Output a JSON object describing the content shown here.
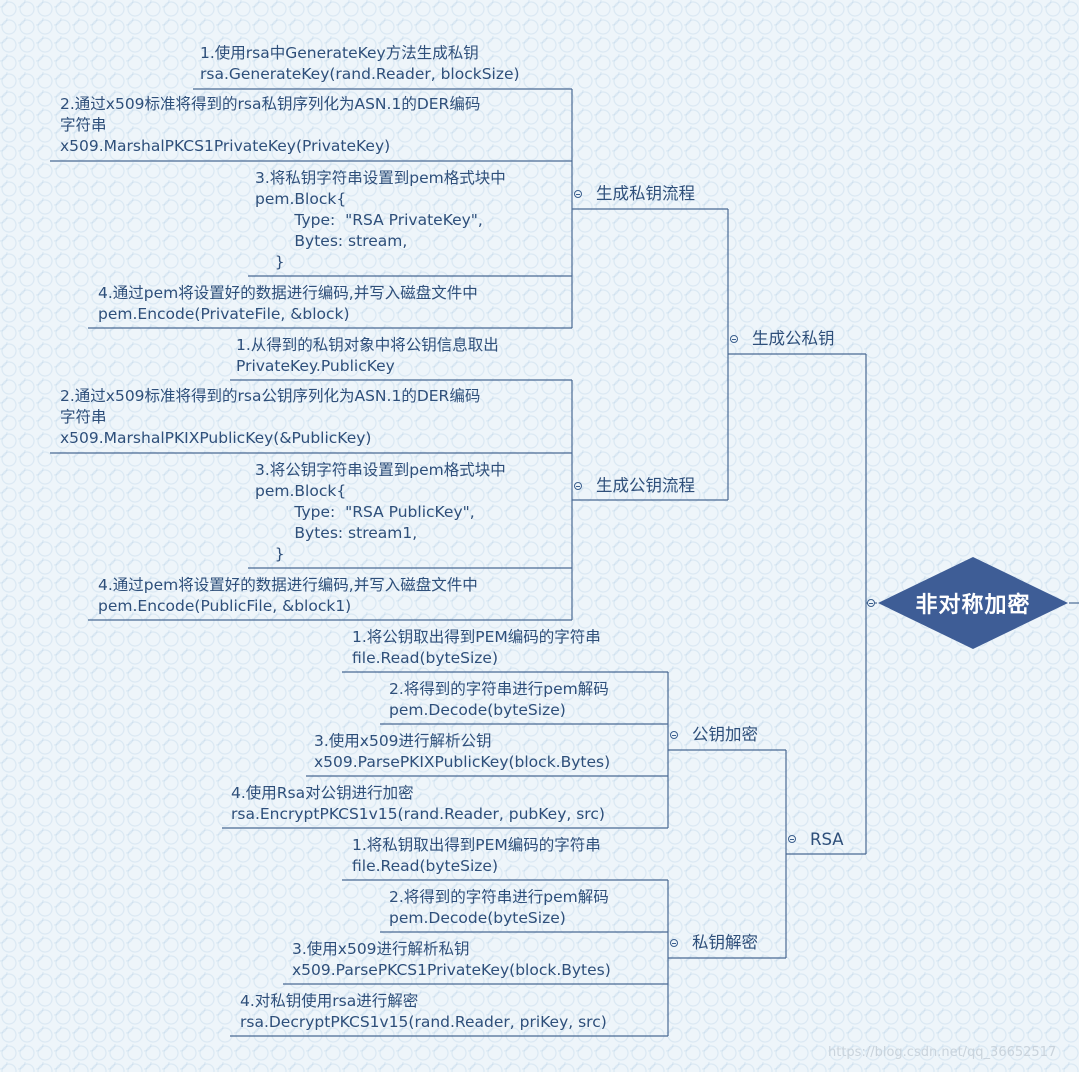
{
  "root": {
    "label": "非对称加密",
    "color": "#3e5d96"
  },
  "line_color": "#4a6a94",
  "text_color": "#2e4f7a",
  "branches": {
    "gen_keys": {
      "label": "生成公私钥"
    },
    "gen_private": {
      "label": "生成私钥流程",
      "steps": [
        "1.使用rsa中GenerateKey方法生成私钥\nrsa.GenerateKey(rand.Reader, blockSize)",
        "2.通过x509标准将得到的rsa私钥序列化为ASN.1的DER编码\n字符串\nx509.MarshalPKCS1PrivateKey(PrivateKey)",
        "3.将私钥字符串设置到pem格式块中\npem.Block{\n        Type:  \"RSA PrivateKey\",\n        Bytes: stream,\n    }",
        "4.通过pem将设置好的数据进行编码,并写入磁盘文件中\npem.Encode(PrivateFile, &block)"
      ]
    },
    "gen_public": {
      "label": "生成公钥流程",
      "steps": [
        "1.从得到的私钥对象中将公钥信息取出\nPrivateKey.PublicKey",
        "2.通过x509标准将得到的rsa公钥序列化为ASN.1的DER编码\n字符串\nx509.MarshalPKIXPublicKey(&PublicKey)",
        "3.将公钥字符串设置到pem格式块中\npem.Block{\n        Type:  \"RSA PublicKey\",\n        Bytes: stream1,\n    }",
        "4.通过pem将设置好的数据进行编码,并写入磁盘文件中\npem.Encode(PublicFile, &block1)"
      ]
    },
    "rsa": {
      "label": "RSA"
    },
    "pub_encrypt": {
      "label": "公钥加密",
      "steps": [
        "1.将公钥取出得到PEM编码的字符串\nfile.Read(byteSize)",
        "2.将得到的字符串进行pem解码\npem.Decode(byteSize)",
        "3.使用x509进行解析公钥\nx509.ParsePKIXPublicKey(block.Bytes)",
        "4.使用Rsa对公钥进行加密\nrsa.EncryptPKCS1v15(rand.Reader, pubKey, src)"
      ]
    },
    "priv_decrypt": {
      "label": "私钥解密",
      "steps": [
        "1.将私钥取出得到PEM编码的字符串\nfile.Read(byteSize)",
        "2.将得到的字符串进行pem解码\npem.Decode(byteSize)",
        "3.使用x509进行解析私钥\nx509.ParsePKCS1PrivateKey(block.Bytes)",
        "4.对私钥使用rsa进行解密\nrsa.DecryptPKCS1v15(rand.Reader, priKey, src)"
      ]
    }
  },
  "watermark": "https://blog.csdn.net/qq_36652517"
}
